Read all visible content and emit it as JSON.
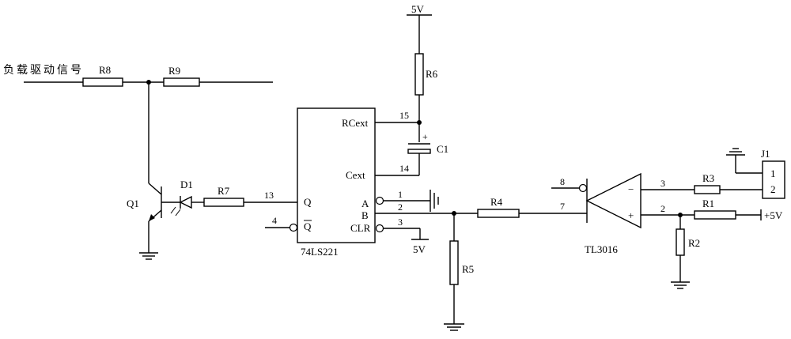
{
  "signal_label": "负载驱动信号",
  "resistors": {
    "r1": "R1",
    "r2": "R2",
    "r3": "R3",
    "r4": "R4",
    "r5": "R5",
    "r6": "R6",
    "r7": "R7",
    "r8": "R8",
    "r9": "R9"
  },
  "capacitor": {
    "name": "C1",
    "polarity": "+"
  },
  "diode": "D1",
  "transistor": "Q1",
  "connector": {
    "name": "J1",
    "pin1": "1",
    "pin2": "2"
  },
  "ic": {
    "part": "74LS221",
    "pins": {
      "rcext": "RCext",
      "cext": "Cext",
      "q": "Q",
      "qbar": "Q",
      "a": "A",
      "b": "B",
      "clr": "CLR"
    },
    "pin_numbers": {
      "p15": "15",
      "p14": "14",
      "p13": "13",
      "p4": "4",
      "p1": "1",
      "p2": "2",
      "p3": "3"
    }
  },
  "comparator": {
    "part": "TL3016",
    "pin_numbers": {
      "p8": "8",
      "p7": "7",
      "p3": "3",
      "p2": "2"
    },
    "minus": "−",
    "plus": "+"
  },
  "supplies": {
    "top": "5V",
    "clr": "5V",
    "right": "+5V"
  }
}
